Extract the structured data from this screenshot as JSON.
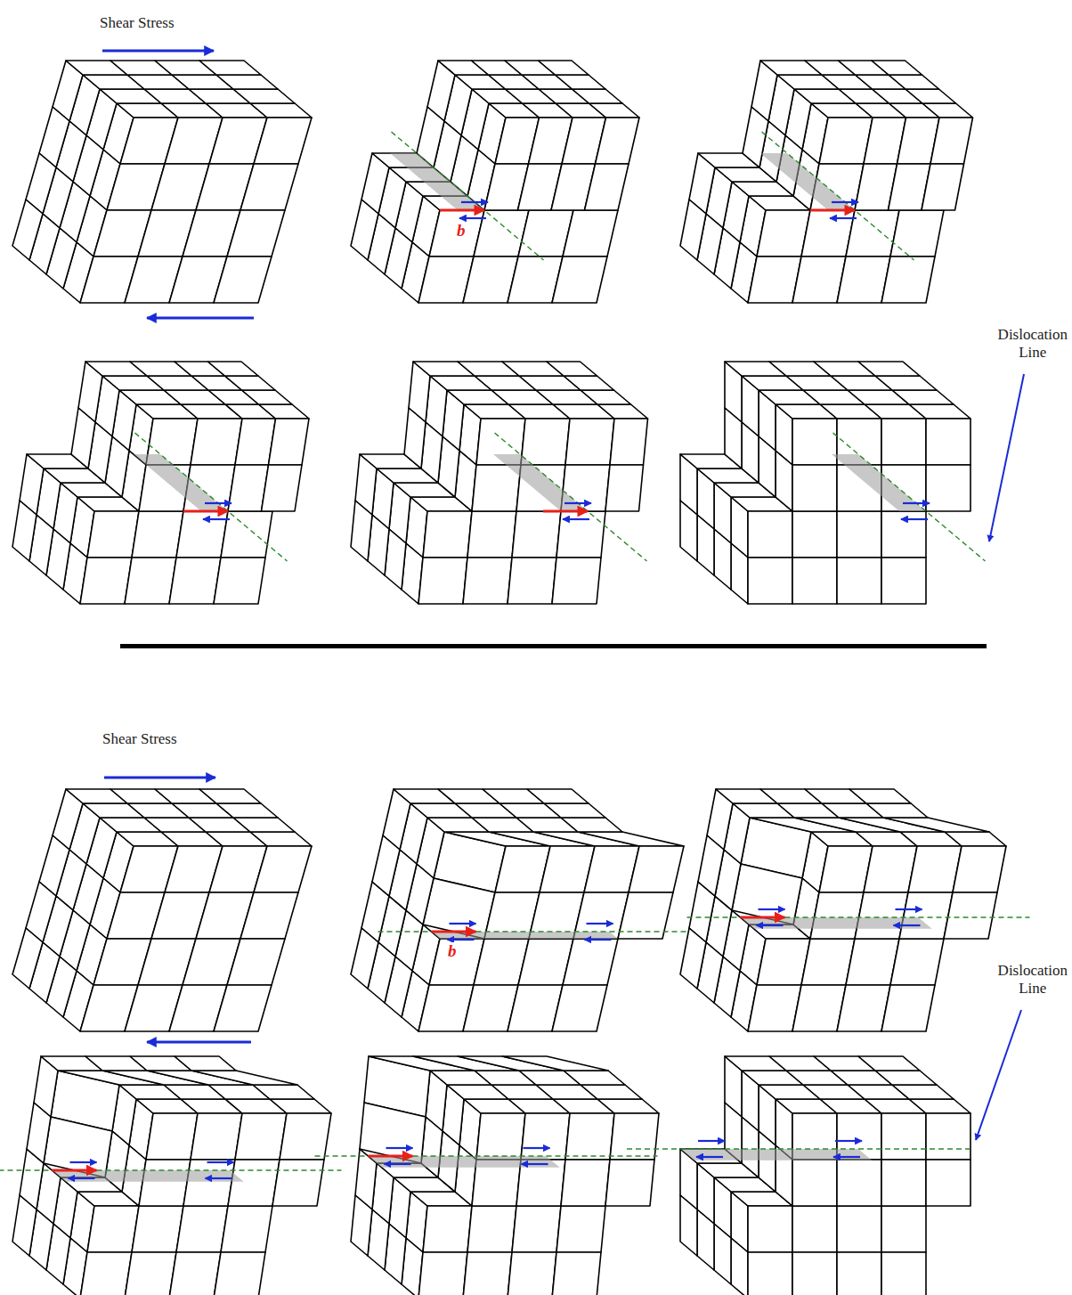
{
  "diagram": {
    "labels": [
      "Shear Stress",
      "b",
      "Dislocation Line",
      "Shear Stress",
      "b",
      "Dislocation Line"
    ]
  }
}
